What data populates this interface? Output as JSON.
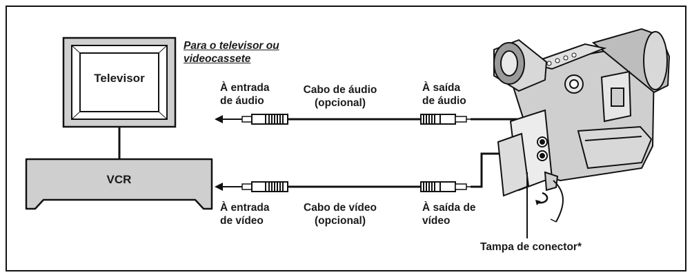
{
  "destination_caption": {
    "line1": "Para o televisor ou",
    "line2": "videocassete"
  },
  "devices": {
    "tv": "Televisor",
    "vcr": "VCR"
  },
  "audio": {
    "input_line1": "À entrada",
    "input_line2": "de áudio",
    "cable_line1": "Cabo de áudio",
    "cable_line2": "(opcional)",
    "output_line1": "À saída",
    "output_line2": "de áudio"
  },
  "video": {
    "input_line1": "À entrada",
    "input_line2": "de vídeo",
    "cable_line1": "Cabo de vídeo",
    "cable_line2": "(opcional)",
    "output_line1": "À saída de",
    "output_line2": "vídeo"
  },
  "connector_cover": "Tampa de conector*",
  "colors": {
    "device_fill": "#cfcfcf",
    "line": "#111111",
    "background": "#ffffff"
  }
}
